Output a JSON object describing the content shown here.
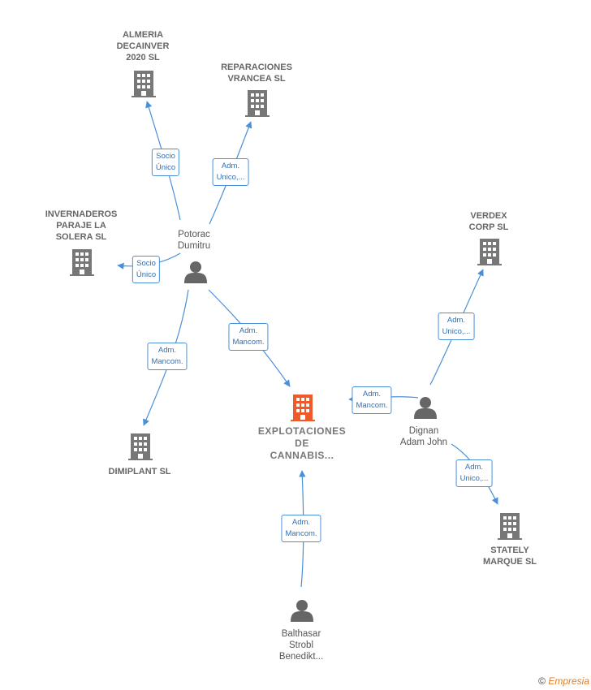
{
  "colors": {
    "edge": "#4a90d9",
    "company": "#777777",
    "main_company": "#ee5a2a",
    "person": "#666666"
  },
  "nodes": {
    "almeria": {
      "type": "company",
      "icon": "building-icon",
      "label": [
        "ALMERIA",
        "DECAINVER",
        "2020  SL"
      ]
    },
    "reparaciones": {
      "type": "company",
      "icon": "building-icon",
      "label": [
        "REPARACIONES",
        "VRANCEA SL"
      ]
    },
    "invernaderos": {
      "type": "company",
      "icon": "building-icon",
      "label": [
        "INVERNADEROS",
        "PARAJE LA",
        "SOLERA  SL"
      ]
    },
    "verdex": {
      "type": "company",
      "icon": "building-icon",
      "label": [
        "VERDEX",
        "CORP  SL"
      ]
    },
    "dimiplant": {
      "type": "company",
      "icon": "building-icon",
      "label": [
        "DIMIPLANT  SL"
      ]
    },
    "explotaciones": {
      "type": "main",
      "icon": "building-icon",
      "label": [
        "EXPLOTACIONES",
        "DE",
        "CANNABIS..."
      ]
    },
    "stately": {
      "type": "company",
      "icon": "building-icon",
      "label": [
        "STATELY",
        "MARQUE  SL"
      ]
    },
    "potorac": {
      "type": "person",
      "icon": "person-icon",
      "label": [
        "Potorac",
        "Dumitru"
      ]
    },
    "dignan": {
      "type": "person",
      "icon": "person-icon",
      "label": [
        "Dignan",
        "Adam John"
      ]
    },
    "balthasar": {
      "type": "person",
      "icon": "person-icon",
      "label": [
        "Balthasar",
        "Strobl",
        "Benedikt..."
      ]
    }
  },
  "edges": [
    {
      "from": "potorac",
      "to": "almeria",
      "role": [
        "Socio",
        "Único"
      ]
    },
    {
      "from": "potorac",
      "to": "reparaciones",
      "role": [
        "Adm.",
        "Unico,..."
      ]
    },
    {
      "from": "potorac",
      "to": "invernaderos",
      "role": [
        "Socio",
        "Único"
      ]
    },
    {
      "from": "potorac",
      "to": "dimiplant",
      "role": [
        "Adm.",
        "Mancom."
      ]
    },
    {
      "from": "potorac",
      "to": "explotaciones",
      "role": [
        "Adm.",
        "Mancom."
      ]
    },
    {
      "from": "dignan",
      "to": "explotaciones",
      "role": [
        "Adm.",
        "Mancom."
      ]
    },
    {
      "from": "dignan",
      "to": "verdex",
      "role": [
        "Adm.",
        "Unico,..."
      ]
    },
    {
      "from": "dignan",
      "to": "stately",
      "role": [
        "Adm.",
        "Unico,..."
      ]
    },
    {
      "from": "balthasar",
      "to": "explotaciones",
      "role": [
        "Adm.",
        "Mancom."
      ]
    }
  ],
  "footer": {
    "copyright": "©",
    "brand": "Empresia"
  }
}
